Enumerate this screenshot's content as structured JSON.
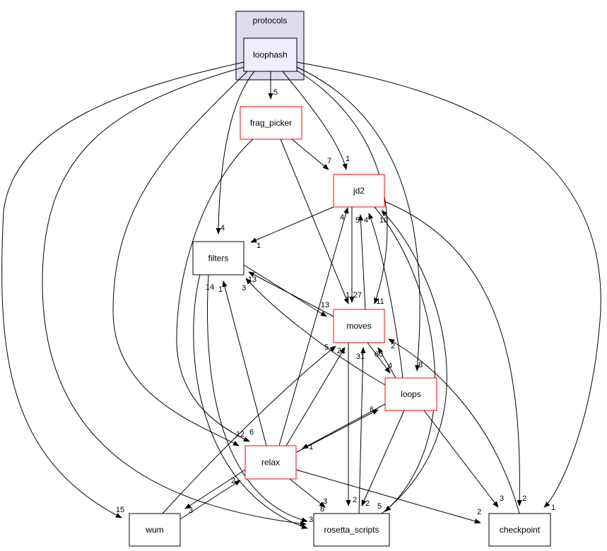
{
  "cluster": {
    "label": "protocols",
    "fill": "#ddddee"
  },
  "colors": {
    "highlight_fill": "#eeeeff",
    "red_border": "#ff0000",
    "black_border": "#000000"
  },
  "nodes": [
    {
      "id": "loophash",
      "label": "loophash",
      "border": "black",
      "current": true
    },
    {
      "id": "frag_picker",
      "label": "frag_picker",
      "border": "red"
    },
    {
      "id": "jd2",
      "label": "jd2",
      "border": "red"
    },
    {
      "id": "filters",
      "label": "filters",
      "border": "black"
    },
    {
      "id": "moves",
      "label": "moves",
      "border": "red"
    },
    {
      "id": "loops",
      "label": "loops",
      "border": "red"
    },
    {
      "id": "relax",
      "label": "relax",
      "border": "red"
    },
    {
      "id": "wum",
      "label": "wum",
      "border": "black"
    },
    {
      "id": "rosetta_scripts",
      "label": "rosetta_scripts",
      "border": "black"
    },
    {
      "id": "checkpoint",
      "label": "checkpoint",
      "border": "black"
    }
  ],
  "edges": [
    {
      "from": "loophash",
      "to": "frag_picker",
      "label": "5"
    },
    {
      "from": "loophash",
      "to": "jd2",
      "label": "1"
    },
    {
      "from": "loophash",
      "to": "filters",
      "label": "4"
    },
    {
      "from": "loophash",
      "to": "moves",
      "label": "11"
    },
    {
      "from": "loophash",
      "to": "loops",
      "label": "8"
    },
    {
      "from": "loophash",
      "to": "checkpoint",
      "label": "1"
    },
    {
      "from": "loophash",
      "to": "wum",
      "label": "15"
    },
    {
      "from": "loophash",
      "to": "rosetta_scripts",
      "label": "8"
    },
    {
      "from": "loophash",
      "to": "relax",
      "label": "12"
    },
    {
      "from": "frag_picker",
      "to": "moves",
      "label": "1"
    },
    {
      "from": "frag_picker",
      "to": "jd2",
      "label": "7"
    },
    {
      "from": "frag_picker",
      "to": "relax",
      "label": "6"
    },
    {
      "from": "jd2",
      "to": "filters",
      "label": "1"
    },
    {
      "from": "jd2",
      "to": "moves",
      "label": "27"
    },
    {
      "from": "jd2",
      "to": "checkpoint",
      "label": "2"
    },
    {
      "from": "jd2",
      "to": "rosetta_scripts",
      "label": "5"
    },
    {
      "from": "relax",
      "to": "jd2",
      "label": "4"
    },
    {
      "from": "moves",
      "to": "jd2",
      "label": "5"
    },
    {
      "from": "loops",
      "to": "jd2",
      "label": "4"
    },
    {
      "from": "rosetta_scripts",
      "to": "jd2",
      "label": "10"
    },
    {
      "from": "filters",
      "to": "moves",
      "label": "13"
    },
    {
      "from": "moves",
      "to": "filters",
      "label": "13"
    },
    {
      "from": "loops",
      "to": "filters",
      "label": "3"
    },
    {
      "from": "rosetta_scripts",
      "to": "filters",
      "label": "14"
    },
    {
      "from": "relax",
      "to": "filters",
      "label": "1"
    },
    {
      "from": "filters",
      "to": "rosetta_scripts",
      "label": "3"
    },
    {
      "from": "moves",
      "to": "loops",
      "label": "4"
    },
    {
      "from": "loops",
      "to": "moves",
      "label": "60"
    },
    {
      "from": "checkpoint",
      "to": "moves",
      "label": "2"
    },
    {
      "from": "relax",
      "to": "moves",
      "label": "21"
    },
    {
      "from": "wum",
      "to": "moves",
      "label": "5"
    },
    {
      "from": "rosetta_scripts",
      "to": "moves",
      "label": "31"
    },
    {
      "from": "moves",
      "to": "rosetta_scripts",
      "label": "2"
    },
    {
      "from": "loops",
      "to": "relax",
      "label": "1"
    },
    {
      "from": "relax",
      "to": "loops",
      "label": "6"
    },
    {
      "from": "relax",
      "to": "wum",
      "label": "3"
    },
    {
      "from": "wum",
      "to": "relax",
      "label": "2"
    },
    {
      "from": "relax",
      "to": "rosetta_scripts",
      "label": "3"
    },
    {
      "from": "relax",
      "to": "checkpoint",
      "label": "2"
    },
    {
      "from": "loops",
      "to": "rosetta_scripts",
      "label": "2"
    },
    {
      "from": "loops",
      "to": "checkpoint",
      "label": "3"
    }
  ]
}
